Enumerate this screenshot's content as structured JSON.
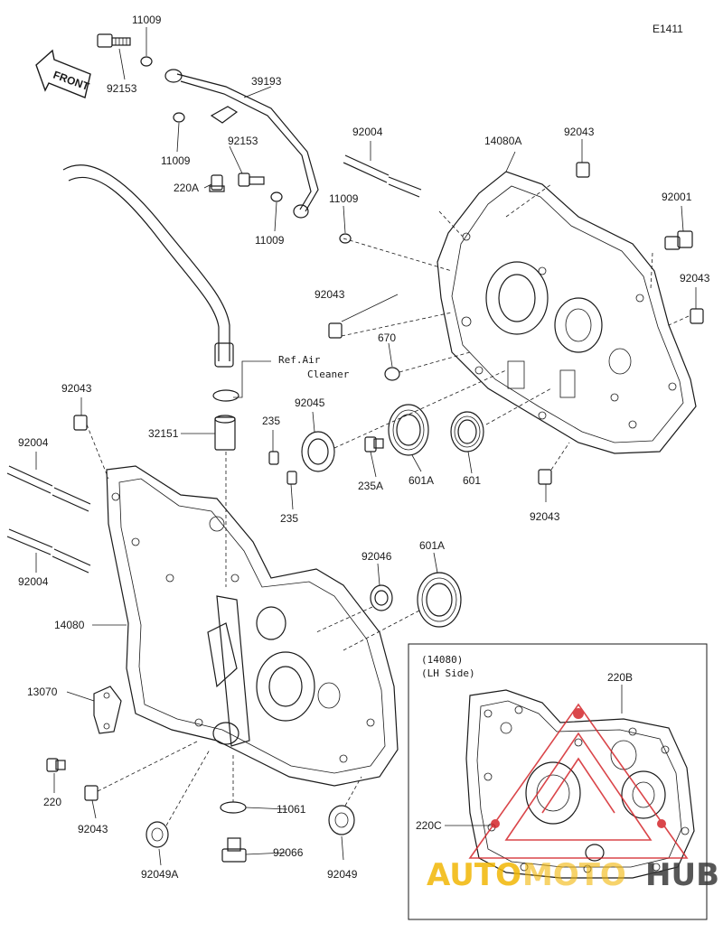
{
  "diagram_id": "E1411",
  "front_label": "FRONT",
  "lh_side_box": {
    "line1": "(14080)",
    "line2": "(LH Side)"
  },
  "ref_label": {
    "line1": "Ref.Air",
    "line2": "Cleaner"
  },
  "watermark": {
    "part1": "AUTO",
    "part2": "MOTO",
    "part3": "HUB"
  },
  "colors": {
    "watermark_red": "#d4262b",
    "watermark_yellow": "#f2b705",
    "watermark_dark": "#3a3a3a",
    "line": "#1a1a1a"
  },
  "labels": {
    "p11009_a": "11009",
    "p92153_a": "92153",
    "p39193": "39193",
    "p11009_b": "11009",
    "p92153_b": "92153",
    "p220A": "220A",
    "p11009_c": "11009",
    "p11009_d": "11009",
    "p92004_a": "92004",
    "p14080A": "14080A",
    "p92043_a": "92043",
    "p92001": "92001",
    "p92043_b": "92043",
    "p92043_c": "92043",
    "p670": "670",
    "p92045": "92045",
    "p235_a": "235",
    "p235A": "235A",
    "p601A_a": "601A",
    "p601": "601",
    "p92043_d": "92043",
    "p32151": "32151",
    "p235_b": "235",
    "p92043_e": "92043",
    "p92004_b": "92004",
    "p92004_c": "92004",
    "p92046": "92046",
    "p601A_b": "601A",
    "p14080": "14080",
    "p13070": "13070",
    "p220": "220",
    "p92043_f": "92043",
    "p11061": "11061",
    "p92066": "92066",
    "p92049A": "92049A",
    "p92049": "92049",
    "p220B": "220B",
    "p220C": "220C"
  }
}
